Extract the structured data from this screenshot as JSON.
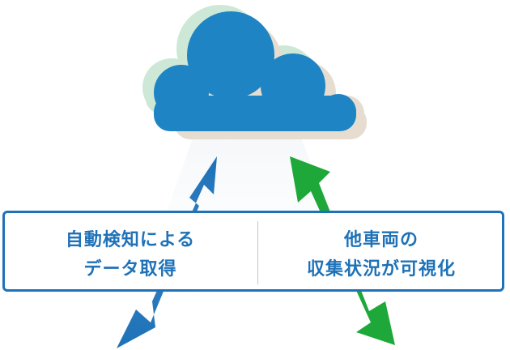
{
  "labels": {
    "left": {
      "line1": "自動検知による",
      "line2": "データ取得"
    },
    "right": {
      "line1": "他車両の",
      "line2": "収集状況が可視化"
    }
  },
  "colors": {
    "cloud": "#1e84c4",
    "cloud_shadow_green": "#cde8d7",
    "cloud_shadow_beige": "#e6ddd0",
    "up_arrow": "#1e72b8",
    "down_arrow": "#1fa83a",
    "box_border": "#1e72b8"
  }
}
